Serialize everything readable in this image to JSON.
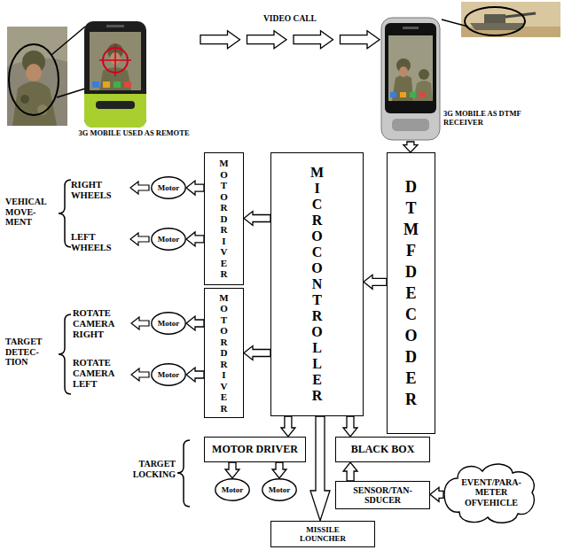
{
  "diagram": {
    "nodes": [
      {
        "text": [
          "3G MOBILE USED AS REMOTE"
        ]
      },
      {
        "text": [
          "3G MOBILE AS DTMF RECEIVER"
        ]
      },
      {
        "text": [
          "MOTOR DRIVER"
        ]
      },
      {
        "text": [
          "MICROCONTROLLER"
        ]
      },
      {
        "text": [
          "DTMF DECODER"
        ]
      },
      {
        "text": [
          "Motor"
        ]
      },
      {
        "text": [
          "Motor"
        ]
      },
      {
        "text": [
          "MOTOR DRIVER"
        ]
      },
      {
        "text": [
          "Motor"
        ]
      },
      {
        "text": [
          "Motor"
        ]
      },
      {
        "text": [
          "MOTOR DRIVER"
        ]
      },
      {
        "text": [
          "BLACK BOX"
        ]
      },
      {
        "text": [
          "Motor"
        ]
      },
      {
        "text": [
          "Motor"
        ]
      },
      {
        "text": [
          "SENSOR/TAN- SDUCER"
        ]
      },
      {
        "text": [
          "EVENT/PARA- METER OFVEHICLE"
        ]
      },
      {
        "text": [
          "MISSILE LOUNCHER"
        ]
      }
    ],
    "edges": [
      {
        "from": 0,
        "to": 1,
        "arrow": "to",
        "label": "VIDEO CALL"
      },
      {
        "from": 1,
        "to": 4,
        "arrow": "to"
      },
      {
        "from": 4,
        "to": 3,
        "arrow": "to"
      },
      {
        "from": 3,
        "to": 2,
        "arrow": "to"
      },
      {
        "from": 3,
        "to": 7,
        "arrow": "to"
      },
      {
        "from": 2,
        "to": 5,
        "arrow": "to"
      },
      {
        "from": 2,
        "to": 6,
        "arrow": "to"
      },
      {
        "from": 7,
        "to": 8,
        "arrow": "to"
      },
      {
        "from": 7,
        "to": 9,
        "arrow": "to"
      },
      {
        "from": 3,
        "to": 10,
        "arrow": "to"
      },
      {
        "from": 10,
        "to": 12,
        "arrow": "to"
      },
      {
        "from": 10,
        "to": 13,
        "arrow": "to"
      },
      {
        "from": 3,
        "to": 11,
        "arrow": "to"
      },
      {
        "from": 14,
        "to": 11,
        "arrow": "to"
      },
      {
        "from": 15,
        "to": 14,
        "arrow": "to"
      },
      {
        "from": 3,
        "to": 16,
        "arrow": "to"
      }
    ],
    "labels": [
      "RIGHT WHEELS",
      "LEFT WHEELS",
      "VEHICAL MOVE- MENT",
      "ROTATE CAMERA RIGHT",
      "ROTATE CAMERA LEFT",
      "TARGET DETEC- TION",
      "TARGET LOCKING"
    ]
  }
}
